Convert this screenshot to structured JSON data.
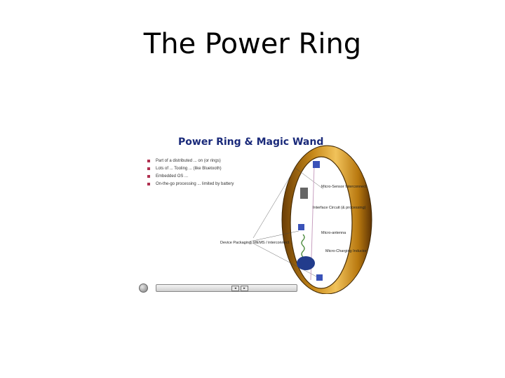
{
  "slide": {
    "title": "The Power Ring"
  },
  "figure": {
    "heading": "Power Ring & Magic Wand",
    "bullets": [
      "Part of a distributed ... on (or rings)",
      "Lots of ... Tooling ... (like Bluetooth)",
      "Embedded OS ...",
      "On-the-go processing ... limited by battery"
    ],
    "labels": {
      "micro_sensors": "Micro-Sensor Interconnect",
      "interface_circuit": "Interface Circuit (& processing)",
      "micro_antenna": "Micro-antenna",
      "micro_charging": "Micro-Charging Inductor",
      "device_packaging": "Device Packaging, MEMS / interconnect"
    },
    "colors": {
      "ring_gold": "#d59a1f",
      "ring_dark": "#7a4a06",
      "component_blue": "#3a52b8"
    }
  },
  "player": {
    "prev_icon": "prev-frame-icon",
    "next_icon": "next-frame-icon"
  }
}
